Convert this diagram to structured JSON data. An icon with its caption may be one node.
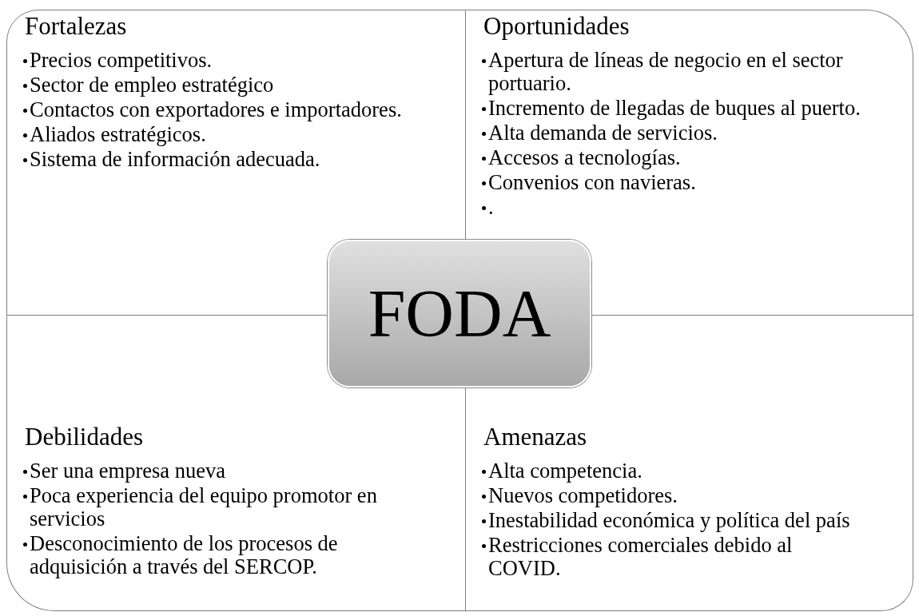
{
  "diagram": {
    "nodes": [
      {
        "text": [
          "Fortalezas",
          "Precios competitivos.",
          "Sector de empleo estratégico",
          "Contactos con exportadores e importadores.",
          "Aliados estratégicos.",
          "Sistema de información adecuada."
        ]
      },
      {
        "text": [
          "Oportunidades",
          "Apertura de líneas de negocio en el sector portuario.",
          "Incremento de llegadas de buques al puerto.",
          "Alta demanda de servicios.",
          "Accesos a tecnologías.",
          "Convenios con navieras.",
          "."
        ]
      },
      {
        "text": [
          "Debilidades",
          "Ser una empresa nueva",
          "Poca experiencia del equipo promotor en servicios",
          "Desconocimiento de los procesos de adquisición a través del SERCOP."
        ]
      },
      {
        "text": [
          "Amenazas",
          "Alta competencia.",
          "Nuevos competidores.",
          "Inestabilidad económica y política del país",
          "Restricciones comerciales debido al COVID."
        ]
      },
      {
        "text": [
          "FODA"
        ]
      }
    ]
  }
}
